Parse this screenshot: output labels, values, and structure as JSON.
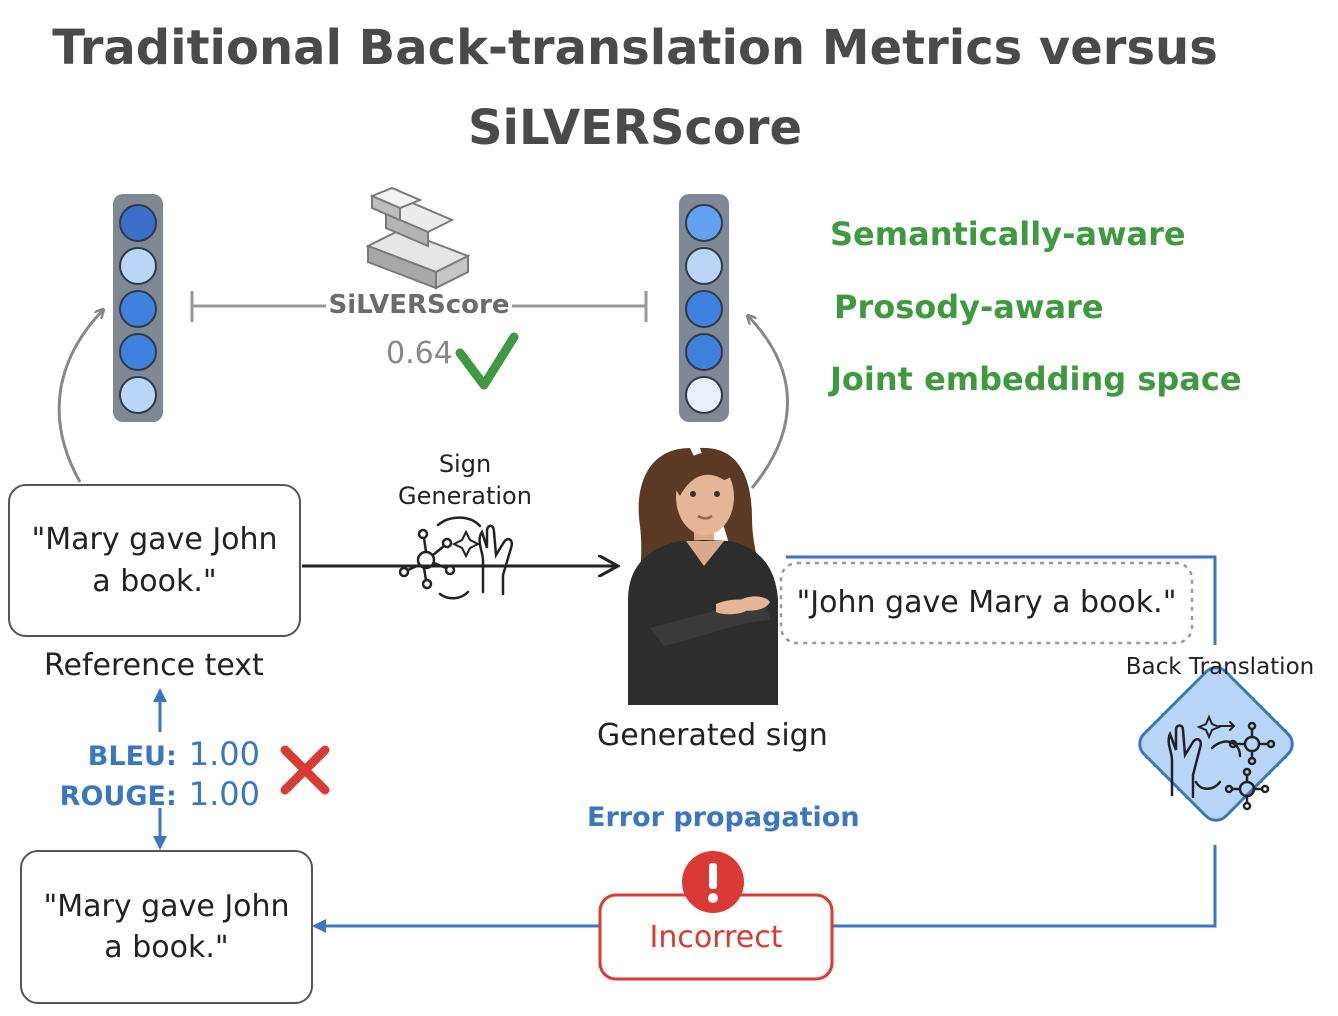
{
  "title": {
    "line1": "Traditional Back-translation Metrics versus",
    "line2": "SiLVERScore"
  },
  "features": [
    "Semantically-aware",
    "Prosody-aware",
    "Joint embedding space"
  ],
  "silver": {
    "label": "SiLVERScore",
    "score": "0.64"
  },
  "left_vector": {
    "dots": [
      "#3a6fc9",
      "#b9d6f8",
      "#3f82de",
      "#3f82de",
      "#b9d6f8"
    ]
  },
  "right_vector": {
    "dots": [
      "#62a1ef",
      "#b9d6f8",
      "#3f82de",
      "#3f82de",
      "#e8f1fc"
    ]
  },
  "reference_box": {
    "line1": "\"Mary gave John",
    "line2": "a book.\""
  },
  "reference_label": "Reference text",
  "sign_generation": {
    "line1": "Sign",
    "line2": "Generation"
  },
  "generated_sign_label": "Generated sign",
  "back_translation_text": "\"John gave Mary a book.\"",
  "back_translation_label": "Back Translation",
  "metrics": [
    {
      "name": "BLEU:",
      "value": "1.00"
    },
    {
      "name": "ROUGE:",
      "value": "1.00"
    }
  ],
  "error_propagation": "Error propagation",
  "incorrect_label": "Incorrect",
  "output_box": {
    "line1": "\"Mary gave John",
    "line2": "a book.\""
  },
  "colors": {
    "green": "#3f9a3f",
    "blue": "#3b76c0",
    "red": "#d93a33",
    "gray": "#888888"
  }
}
